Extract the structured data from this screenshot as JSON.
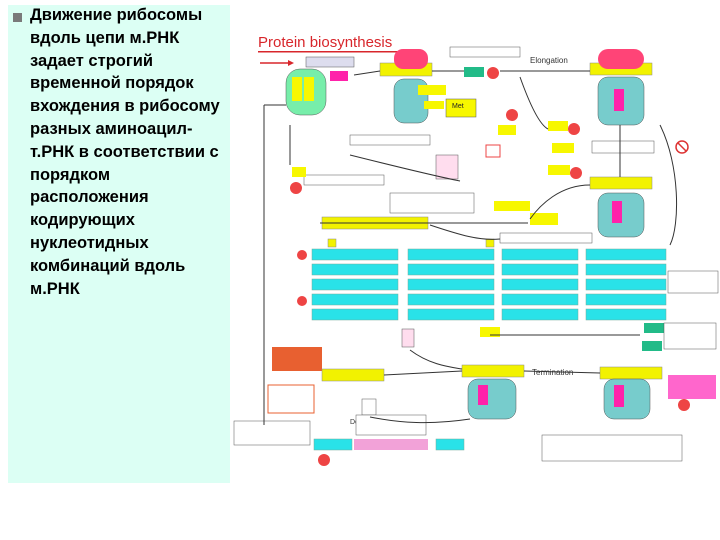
{
  "slide": {
    "bullet_text": "Движение рибосомы вдоль цепи м.РНК задает строгий временной порядок вхождения в рибосому разных аминоацил-т.РНК в соответствии с порядком расположения кодирующих нуклеотидных комбинаций вдоль м.РНК"
  },
  "diagram": {
    "title": "Protein biosynthesis",
    "elongation_label": "Elongation",
    "termination_label": "Termination",
    "degradation_label": "Degradation",
    "accent_color": "#d8262b",
    "panel_color": "#dcfff4"
  }
}
